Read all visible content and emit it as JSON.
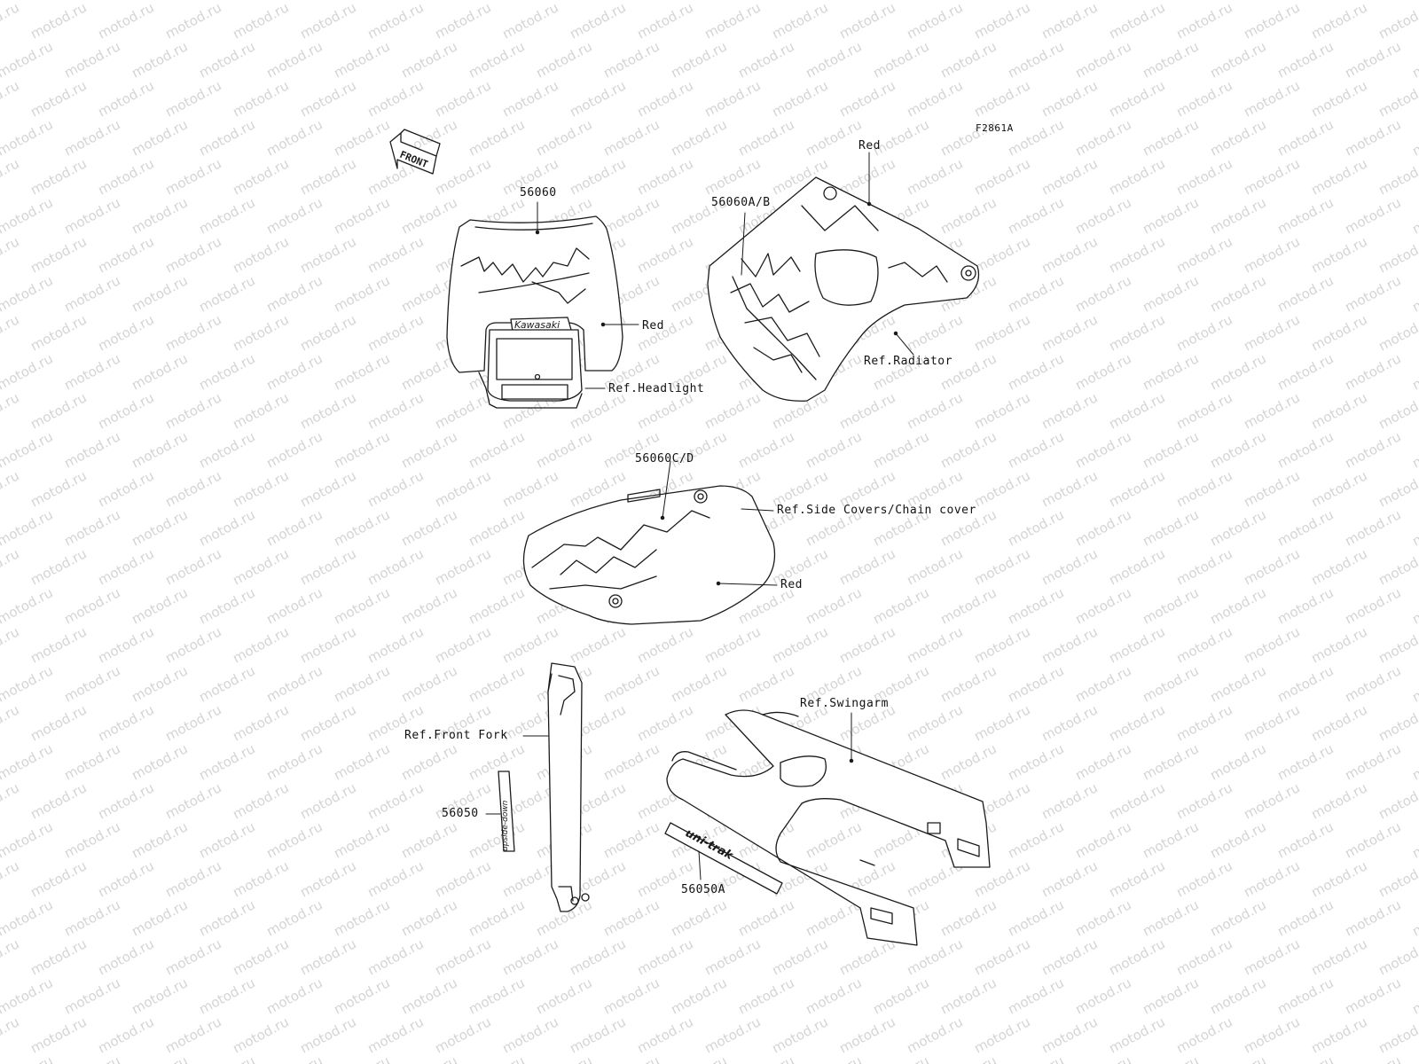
{
  "figure_code": "F2861A",
  "front_arrow_text": "FRONT",
  "watermark_text": "motod.ru",
  "colors": {
    "line": "#1a1a1a",
    "watermark": "#d4d4d4",
    "background": "#ffffff"
  },
  "callouts": {
    "headlight_cover_part": "56060",
    "headlight_cover_color": "Red",
    "headlight_ref": "Ref.Headlight",
    "shroud_part": "56060A/B",
    "shroud_color": "Red",
    "radiator_ref": "Ref.Radiator",
    "side_cover_part": "56060C/D",
    "side_cover_ref": "Ref.Side Covers/Chain cover",
    "side_cover_color": "Red",
    "fork_ref": "Ref.Front Fork",
    "fork_decal_part": "56050",
    "swingarm_ref": "Ref.Swingarm",
    "swingarm_decal_part": "56050A"
  },
  "decal_text": {
    "headlight_brand": "Kawasaki",
    "fork_decal": "upside-down",
    "swingarm_decal": "uni-trak"
  }
}
